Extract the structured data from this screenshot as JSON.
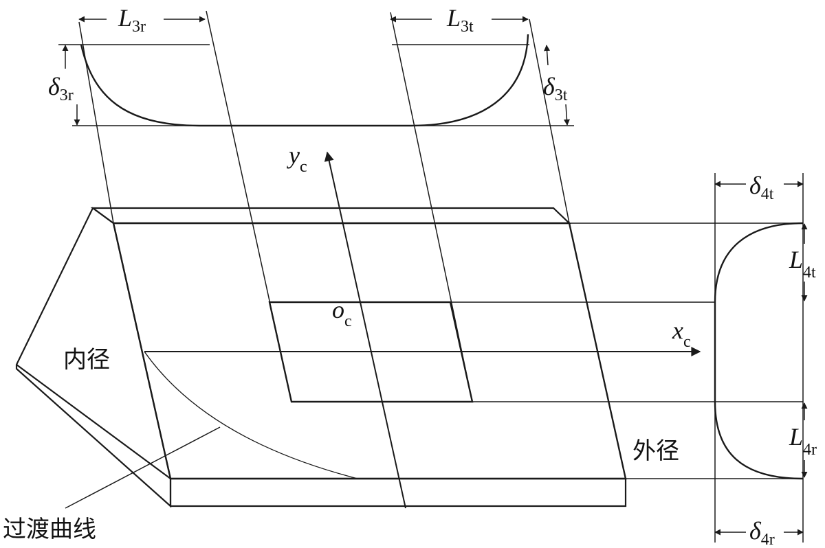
{
  "colors": {
    "face_fill": "#ffff66",
    "line": "#1a1a1a",
    "background": "#ffffff"
  },
  "labels": {
    "inner_diameter": "内径",
    "outer_diameter": "外径",
    "transition_curve": "过渡曲线"
  },
  "axes": {
    "x": {
      "main": "x",
      "sub": "c"
    },
    "y": {
      "main": "y",
      "sub": "c"
    },
    "origin": {
      "main": "o",
      "sub": "c"
    }
  },
  "dimensions": {
    "L3r": {
      "main": "L",
      "sub": "3r"
    },
    "L3t": {
      "main": "L",
      "sub": "3t"
    },
    "delta3r": {
      "main": "δ",
      "sub": "3r"
    },
    "delta3t": {
      "main": "δ",
      "sub": "3t"
    },
    "delta4t": {
      "main": "δ",
      "sub": "4t"
    },
    "delta4r": {
      "main": "δ",
      "sub": "4r"
    },
    "L4t": {
      "main": "L",
      "sub": "4t"
    },
    "L4r": {
      "main": "L",
      "sub": "4r"
    }
  }
}
